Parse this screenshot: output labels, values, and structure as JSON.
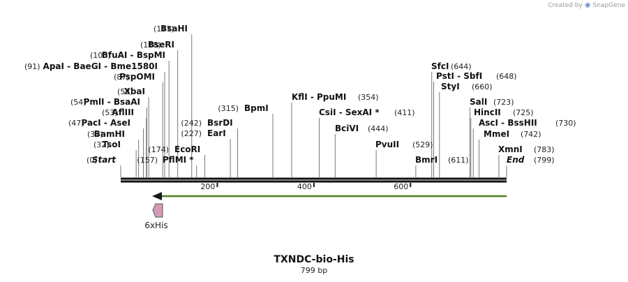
{
  "credit": {
    "text": "Created by",
    "brand": "SnapGene",
    "logo_icon": "snapgene-logo-icon"
  },
  "sequence": {
    "name": "TXNDC-bio-His",
    "length_label": "799 bp",
    "length": 799
  },
  "ruler": {
    "ticks": [
      {
        "pos": 200,
        "label": "200"
      },
      {
        "pos": 400,
        "label": "400"
      },
      {
        "pos": 600,
        "label": "600"
      }
    ]
  },
  "feature": {
    "label": "6xHis",
    "color": "#d49ab8",
    "arrow_color": "#8fd14f"
  },
  "sites": [
    {
      "pos": 0,
      "label": "(0)",
      "name": "Start",
      "italic": true
    },
    {
      "pos": 32,
      "label": "(32)",
      "name": "TsoI"
    },
    {
      "pos": 37,
      "label": "(37)",
      "name": "BamHI"
    },
    {
      "pos": 47,
      "label": "(47)",
      "name": "PacI  - AseI"
    },
    {
      "pos": 53,
      "label": "(53)",
      "name": "AflIII"
    },
    {
      "pos": 54,
      "label": "(54)",
      "name": "PmlI  - BsaAI"
    },
    {
      "pos": 58,
      "label": "(58)",
      "name": "XbaI"
    },
    {
      "pos": 87,
      "label": "(87)",
      "name": "PspOMI"
    },
    {
      "pos": 91,
      "label": "(91)",
      "name": "ApaI  - BaeGI  - Bme1580I",
      "prefix": true
    },
    {
      "pos": 100,
      "label": "(100)",
      "name": "BfuAI  - BspMI"
    },
    {
      "pos": 118,
      "label": "(118)",
      "name": "BseRI"
    },
    {
      "pos": 147,
      "label": "(147)",
      "name": "BsaHI"
    },
    {
      "pos": 157,
      "label": "(157)",
      "name": "PflMI *"
    },
    {
      "pos": 174,
      "label": "(174)",
      "name": "EcoRI"
    },
    {
      "pos": 227,
      "label": "(227)",
      "name": "EarI"
    },
    {
      "pos": 242,
      "label": "(242)",
      "name": "BsrDI"
    },
    {
      "pos": 315,
      "label": "(315)",
      "name": "BpmI"
    },
    {
      "pos": 354,
      "label": "(354)",
      "name": "KflI  - PpuMI"
    },
    {
      "pos": 411,
      "label": "(411)",
      "name": "CsiI  - SexAI *"
    },
    {
      "pos": 444,
      "label": "(444)",
      "name": "BciVI"
    },
    {
      "pos": 529,
      "label": "(529)",
      "name": "PvuII"
    },
    {
      "pos": 611,
      "label": "(611)",
      "name": "BmrI"
    },
    {
      "pos": 644,
      "label": "(644)",
      "name": "SfcI"
    },
    {
      "pos": 648,
      "label": "(648)",
      "name": "PstI  - SbfI"
    },
    {
      "pos": 660,
      "label": "(660)",
      "name": "StyI"
    },
    {
      "pos": 723,
      "label": "(723)",
      "name": "SalI"
    },
    {
      "pos": 725,
      "label": "(725)",
      "name": "HincII"
    },
    {
      "pos": 730,
      "label": "(730)",
      "name": "AscI  - BssHII"
    },
    {
      "pos": 742,
      "label": "(742)",
      "name": "MmeI"
    },
    {
      "pos": 783,
      "label": "(783)",
      "name": "XmnI"
    },
    {
      "pos": 799,
      "label": "(799)",
      "name": "End",
      "italic": true
    }
  ]
}
